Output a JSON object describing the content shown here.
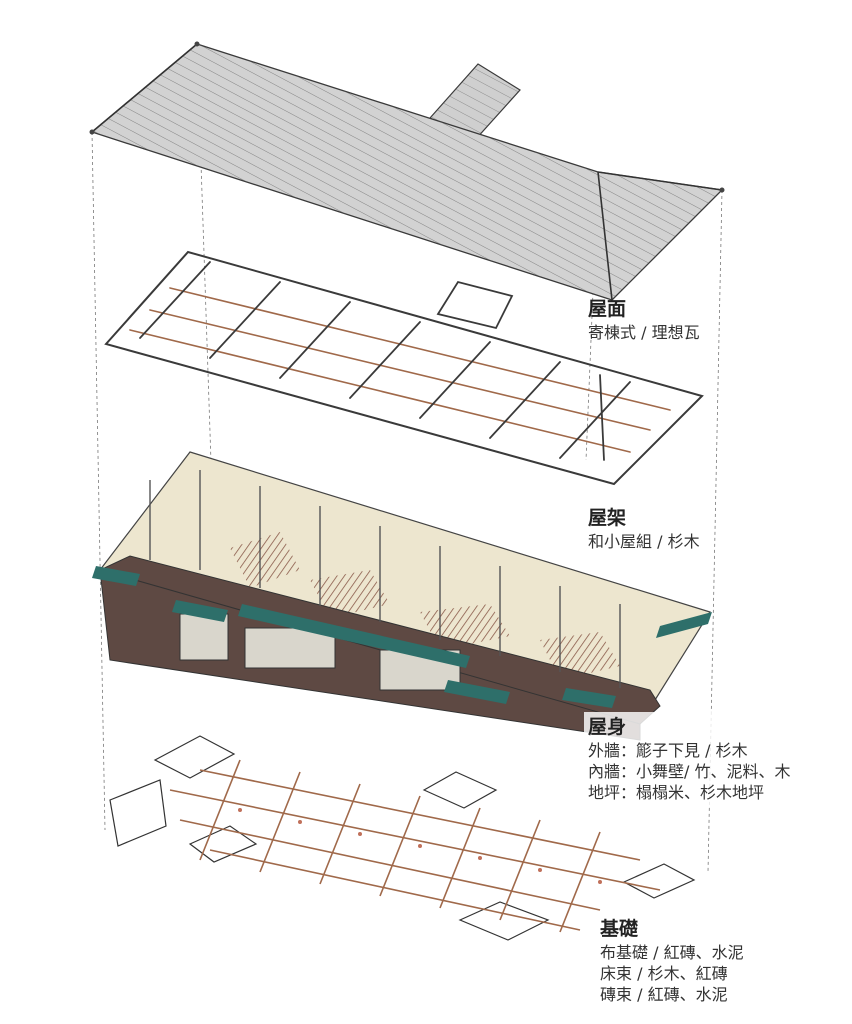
{
  "layers": [
    {
      "id": "roof",
      "title": "屋面",
      "lines": [
        "寄棟式 / 理想瓦"
      ]
    },
    {
      "id": "truss",
      "title": "屋架",
      "lines": [
        "和小屋組 / 杉木"
      ]
    },
    {
      "id": "body",
      "title": "屋身",
      "lines": [
        "外牆：簓子下見 / 杉木",
        "內牆：小舞壁/ 竹、泥料、木",
        "地坪：榻榻米、杉木地坪"
      ]
    },
    {
      "id": "foundation",
      "title": "基礎",
      "lines": [
        "布基礎 / 紅磚、水泥",
        "床束 / 杉木、紅磚",
        "磚束 / 紅磚、水泥"
      ]
    }
  ],
  "colors": {
    "roof_fill": "#cfcfcf",
    "line": "#3a3a3a",
    "timber": "#a0694a",
    "wall_brown": "#5e4943",
    "wall_cream": "#ede6cf",
    "eave_green": "#2e6f6a",
    "floor_red": "#9a6a5e",
    "brick": "#c0705a"
  }
}
